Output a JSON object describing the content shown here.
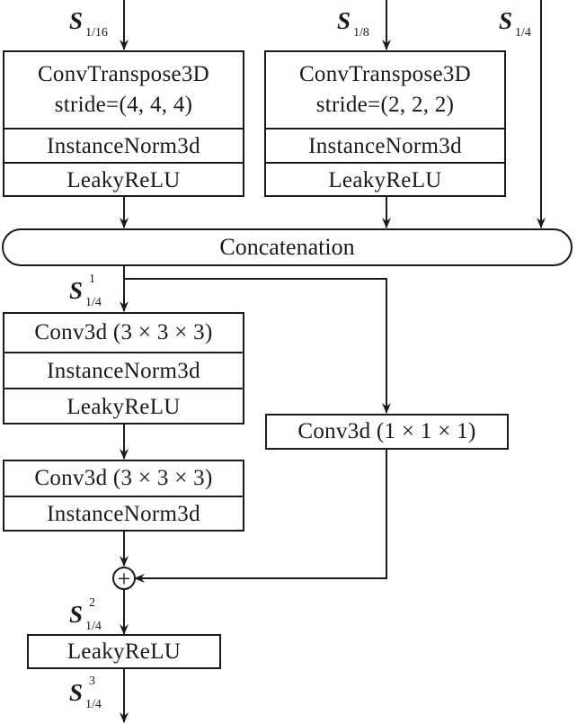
{
  "inputs": {
    "s16": {
      "base": "S",
      "sub": "1/16"
    },
    "s8": {
      "base": "S",
      "sub": "1/8"
    },
    "s4": {
      "base": "S",
      "sub": "1/4"
    }
  },
  "branch_left": {
    "layer1_line1": "ConvTranspose3D",
    "layer1_line2": "stride=(4, 4, 4)",
    "layer2": "InstanceNorm3d",
    "layer3": "LeakyReLU"
  },
  "branch_mid": {
    "layer1_line1": "ConvTranspose3D",
    "layer1_line2": "stride=(2, 2, 2)",
    "layer2": "InstanceNorm3d",
    "layer3": "LeakyReLU"
  },
  "concat": {
    "label": "Concatenation"
  },
  "features": {
    "s1": {
      "base": "S",
      "sub": "1/4",
      "sup": "1"
    },
    "s2": {
      "base": "S",
      "sub": "1/4",
      "sup": "2"
    },
    "s3": {
      "base": "S",
      "sub": "1/4",
      "sup": "3"
    }
  },
  "block1": {
    "conv": "Conv3d (3 × 3 × 3)",
    "norm": "InstanceNorm3d",
    "act": "LeakyReLU"
  },
  "block2": {
    "conv": "Conv3d (3 × 3 × 3)",
    "norm": "InstanceNorm3d"
  },
  "shortcut": {
    "conv": "Conv3d (1 × 1 × 1)"
  },
  "add": {
    "symbol": "+"
  },
  "final": {
    "act": "LeakyReLU"
  }
}
